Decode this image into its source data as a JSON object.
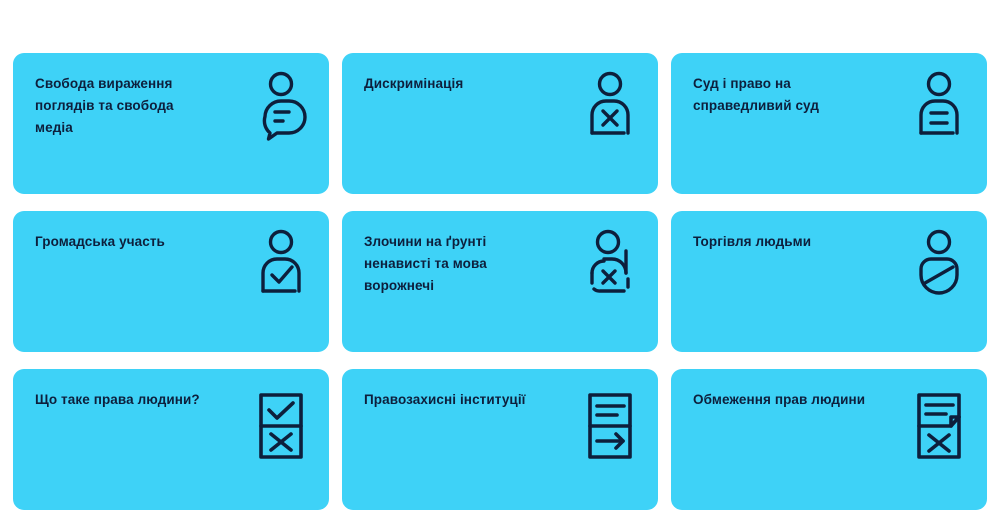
{
  "page": {
    "background_color": "#ffffff",
    "card_color": "#3ed2f7",
    "text_color": "#0d1f3c",
    "icon_color": "#0d1f3c"
  },
  "cards": [
    {
      "title": "Свобода вираження\nпоглядів та свобода\nмедіа",
      "icon": "person-speech-bubble-icon"
    },
    {
      "title": "Дискримінація",
      "icon": "person-x-icon"
    },
    {
      "title": "Суд і право на\nсправедливий суд",
      "icon": "person-equals-icon"
    },
    {
      "title": "Громадська участь",
      "icon": "person-check-icon"
    },
    {
      "title": "Злочини на ґрунті\nненависті та мова\nворожнечі",
      "icon": "person-broken-x-icon"
    },
    {
      "title": "Торгівля людьми",
      "icon": "person-slash-icon"
    },
    {
      "title": "Що таке права людини?",
      "icon": "check-x-box-icon"
    },
    {
      "title": "Правозахисні інституції",
      "icon": "lines-arrow-box-icon"
    },
    {
      "title": "Обмеження прав людини",
      "icon": "document-x-icon"
    }
  ]
}
